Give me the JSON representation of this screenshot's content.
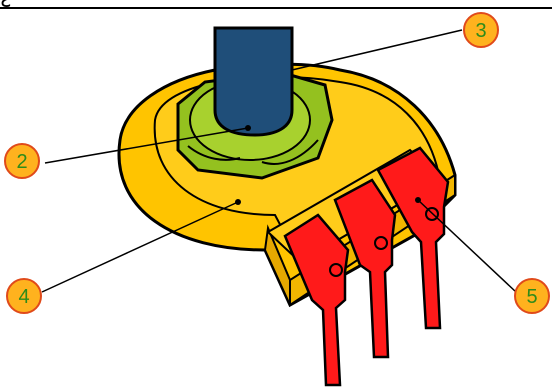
{
  "header": {
    "glyph": "ع"
  },
  "callouts": [
    {
      "id": "2",
      "label": "2"
    },
    {
      "id": "3",
      "label": "3"
    },
    {
      "id": "4",
      "label": "4"
    },
    {
      "id": "5",
      "label": "5"
    }
  ],
  "colors": {
    "body": "#ffc400",
    "nut": "#94c11f",
    "shaft": "#1f4e79",
    "terminals": "#ff1a1a",
    "callout_fill": "#ffb21e",
    "callout_text": "#2e8b1a"
  }
}
